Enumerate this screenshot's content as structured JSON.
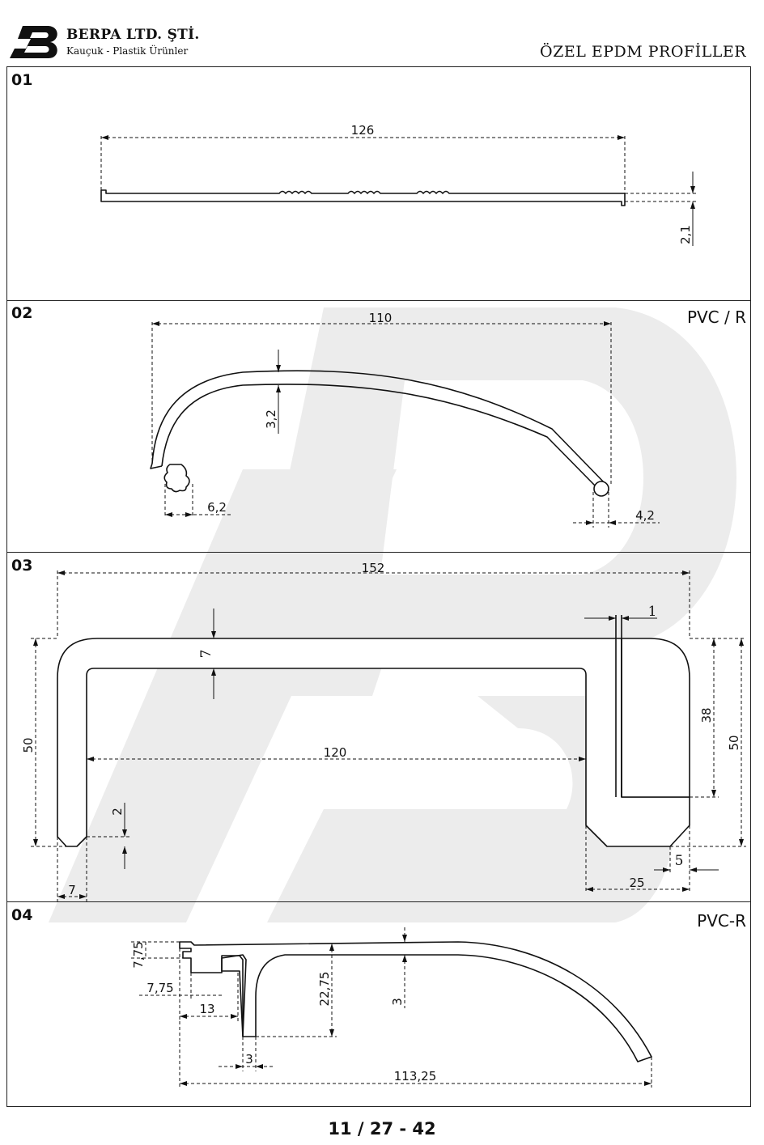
{
  "header": {
    "company": "BERPA LTD. ŞTİ.",
    "tagline": "Kauçuk - Plastik Ürünler",
    "title": "ÖZEL EPDM PROFİLLER"
  },
  "sections": [
    {
      "number": "01",
      "material": "",
      "dimensions": [
        "126",
        "2,1"
      ]
    },
    {
      "number": "02",
      "material": "PVC / R",
      "dimensions": [
        "110",
        "3,2",
        "6,2",
        "4,2"
      ]
    },
    {
      "number": "03",
      "material": "",
      "dimensions": [
        "152",
        "1",
        "7",
        "38",
        "50",
        "50",
        "120",
        "2",
        "5",
        "25",
        "7"
      ]
    },
    {
      "number": "04",
      "material": "PVC-R",
      "dimensions": [
        "7,75",
        "7,75",
        "13",
        "22,75",
        "3",
        "3",
        "113,25"
      ]
    }
  ],
  "footer": {
    "page": "11 / 27 - 42"
  },
  "colors": {
    "line": "#111111",
    "watermark": "#ececec",
    "background": "#ffffff"
  },
  "icons": {
    "logo": "berpa-logo-icon"
  }
}
